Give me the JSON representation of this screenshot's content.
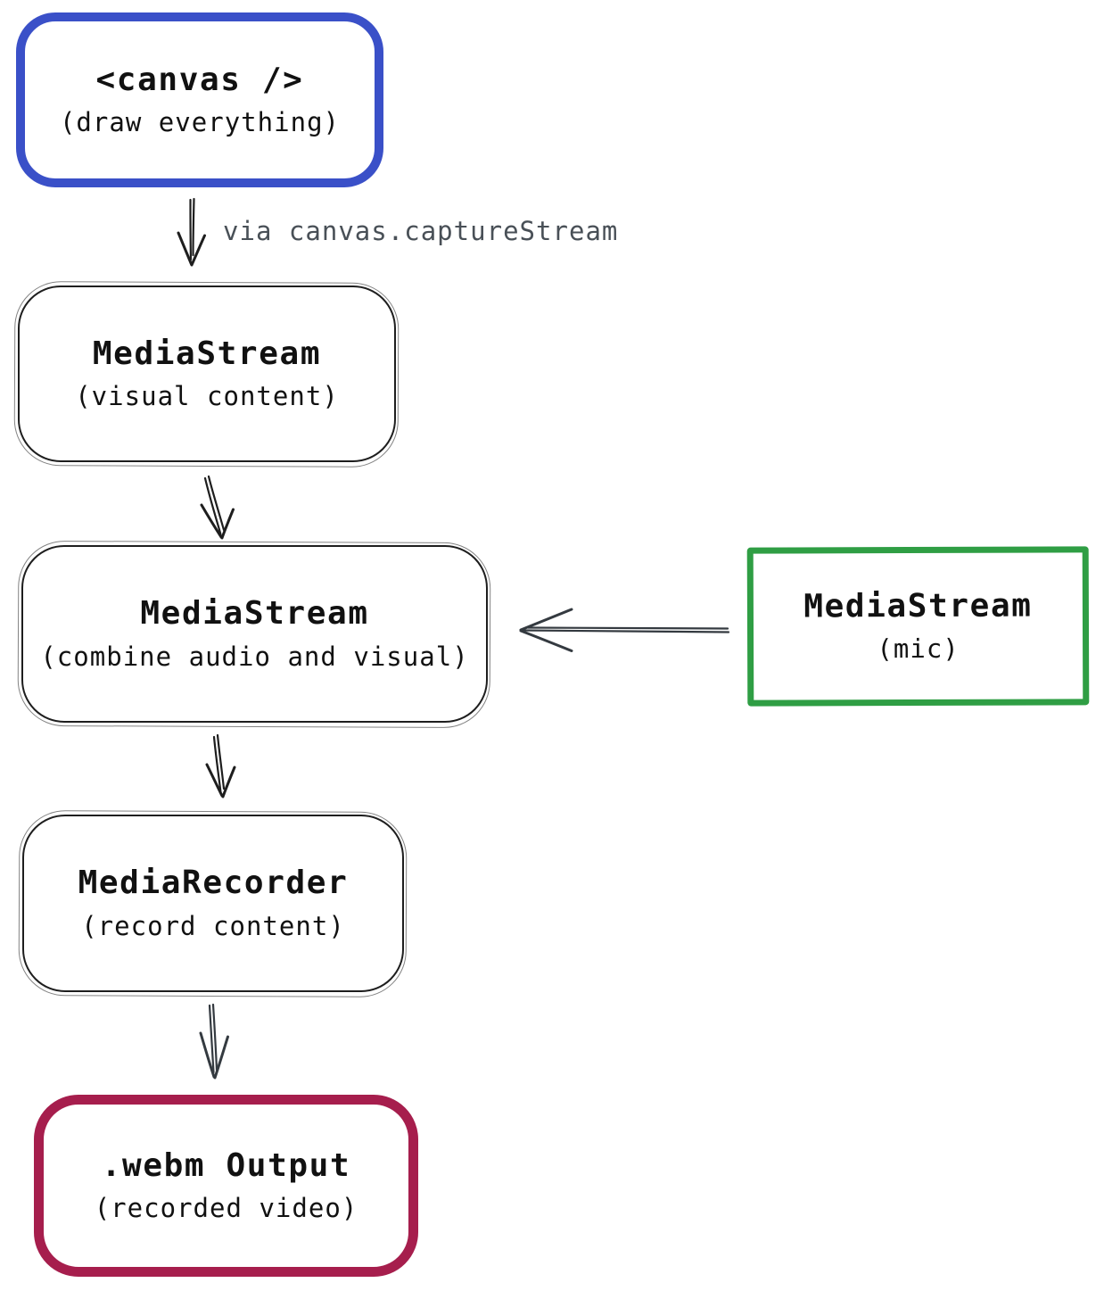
{
  "diagram": {
    "nodes": {
      "canvas": {
        "title": "<canvas />",
        "subtitle": "(draw everything)",
        "border_color": "#3a50c8"
      },
      "stream_visual": {
        "title": "MediaStream",
        "subtitle": "(visual content)",
        "border_color": "#1e1e1e"
      },
      "stream_combined": {
        "title": "MediaStream",
        "subtitle": "(combine audio and visual)",
        "border_color": "#1e1e1e"
      },
      "stream_mic": {
        "title": "MediaStream",
        "subtitle": "(mic)",
        "border_color": "#2f9e44"
      },
      "recorder": {
        "title": "MediaRecorder",
        "subtitle": "(record content)",
        "border_color": "#1e1e1e"
      },
      "webm_output": {
        "title": ".webm Output",
        "subtitle": "(recorded video)",
        "border_color": "#a61e4d"
      }
    },
    "edge_labels": {
      "capture_stream": "via canvas.captureStream"
    },
    "colors": {
      "arrow_black": "#1e1e1e",
      "arrow_gray": "#343a40",
      "label_gray": "#495057"
    }
  }
}
